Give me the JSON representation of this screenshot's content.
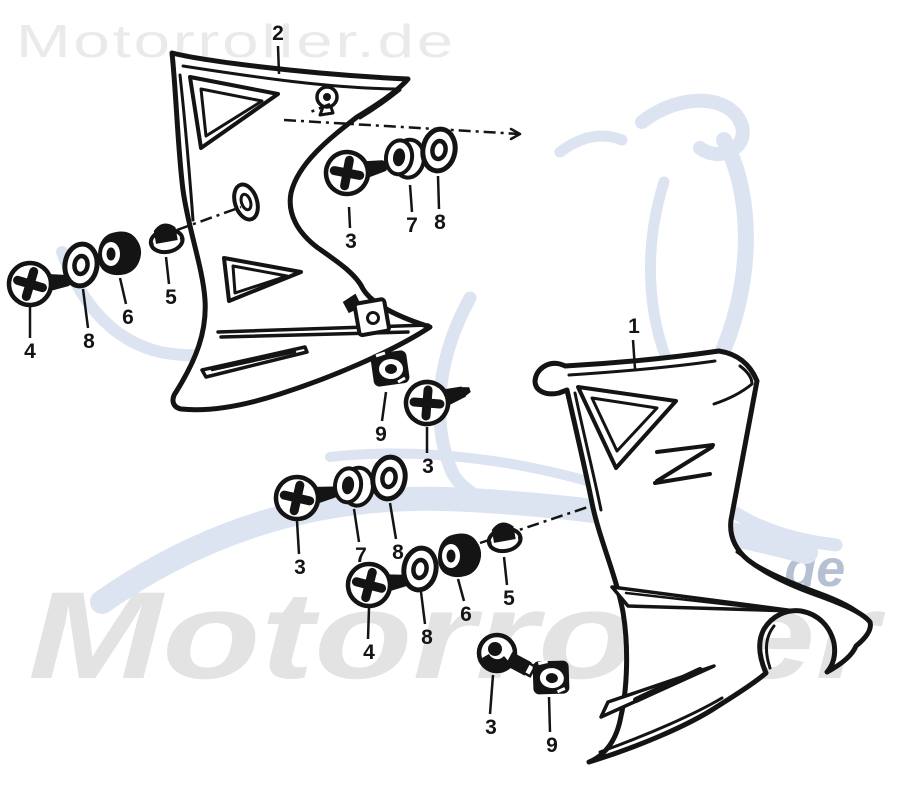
{
  "watermarks": {
    "top_left": "Motorroller.de",
    "bottom_main": "Motorroller",
    "bottom_suffix": ".de"
  },
  "colors": {
    "line_art": "#141414",
    "watermark_top_gray": "#eaeaea",
    "watermark_bottom_gray": "#e3e3e3",
    "watermark_suffix_blue": "#b5c0d3",
    "logo_blue": "#dce3f1",
    "background": "#ffffff"
  },
  "diagram": {
    "description_parts_shown": [
      "1",
      "2",
      "3",
      "4",
      "5",
      "6",
      "7",
      "8",
      "9"
    ],
    "callouts": [
      {
        "label": "2"
      },
      {
        "label": "3"
      },
      {
        "label": "7"
      },
      {
        "label": "8"
      },
      {
        "label": "4"
      },
      {
        "label": "8"
      },
      {
        "label": "6"
      },
      {
        "label": "5"
      },
      {
        "label": "9"
      },
      {
        "label": "3"
      },
      {
        "label": "3"
      },
      {
        "label": "7"
      },
      {
        "label": "8"
      },
      {
        "label": "4"
      },
      {
        "label": "8"
      },
      {
        "label": "6"
      },
      {
        "label": "5"
      },
      {
        "label": "1"
      },
      {
        "label": "3"
      },
      {
        "label": "9"
      }
    ]
  }
}
